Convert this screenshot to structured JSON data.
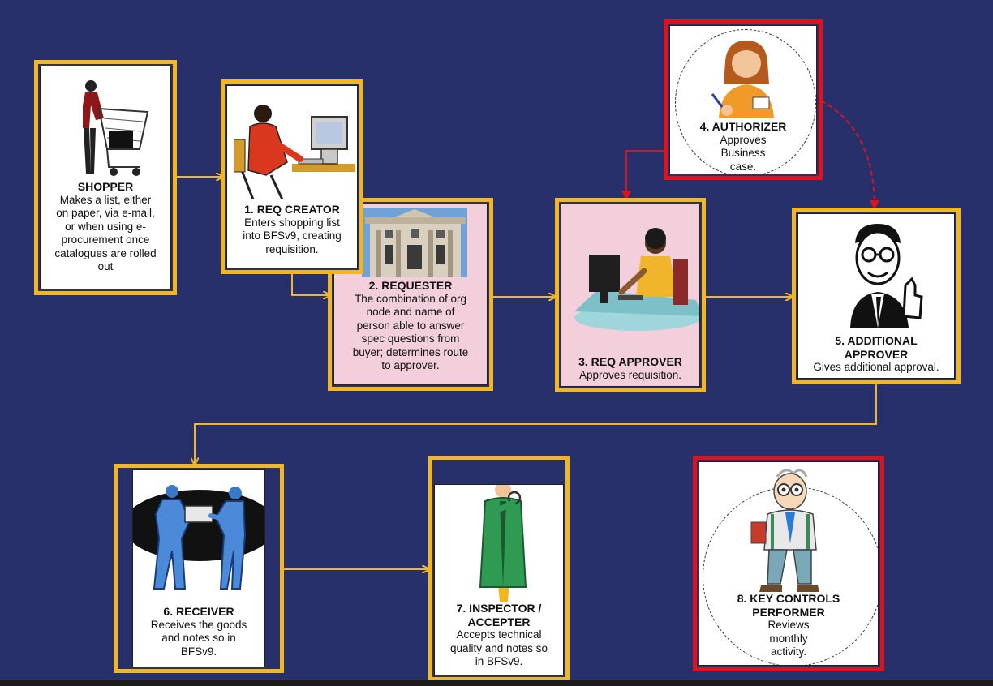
{
  "colors": {
    "background": "#27306a",
    "flow": "#f2b61f",
    "control": "#e0111b"
  },
  "nodes": {
    "shopper": {
      "title": "SHOPPER",
      "lines": [
        "Makes a list, either",
        "on paper, via e-mail,",
        "or when using e-",
        "procurement once",
        "catalogues are rolled",
        "out"
      ],
      "icon": "shopping-cart-person-icon"
    },
    "req_creator": {
      "title": "1. REQ CREATOR",
      "lines": [
        "Enters shopping list",
        "into BFSv9, creating",
        "requisition."
      ],
      "icon": "computer-operator-icon"
    },
    "requester": {
      "title": "2. REQUESTER",
      "lines": [
        "The combination of org",
        "node and name of",
        "person able to answer",
        "spec questions from",
        "buyer; determines route",
        "to approver."
      ],
      "icon": "building-facade-icon"
    },
    "req_approver": {
      "title": "3. REQ APPROVER",
      "lines": [
        "Approves requisition."
      ],
      "icon": "desk-worker-icon"
    },
    "authorizer": {
      "title": "4. AUTHORIZER",
      "lines": [
        "Approves",
        "Business",
        "case."
      ],
      "icon": "woman-writing-icon"
    },
    "additional_approver": {
      "title_lines": [
        "5. ADDITIONAL",
        "APPROVER"
      ],
      "lines": [
        "Gives additional approval."
      ],
      "icon": "thumbs-up-man-icon"
    },
    "receiver": {
      "title": "6. RECEIVER",
      "lines": [
        "Receives the goods",
        "and notes so in",
        "BFSv9."
      ],
      "icon": "package-handoff-icon"
    },
    "inspector": {
      "title_lines": [
        "7. INSPECTOR /",
        "ACCEPTER"
      ],
      "lines": [
        "Accepts technical",
        "quality and notes so",
        "in BFSv9."
      ],
      "icon": "detective-magnifier-icon"
    },
    "key_controls": {
      "title_lines": [
        "8. KEY CONTROLS",
        "PERFORMER"
      ],
      "lines": [
        "Reviews",
        "monthly",
        "activity."
      ],
      "icon": "professor-with-book-icon"
    }
  }
}
